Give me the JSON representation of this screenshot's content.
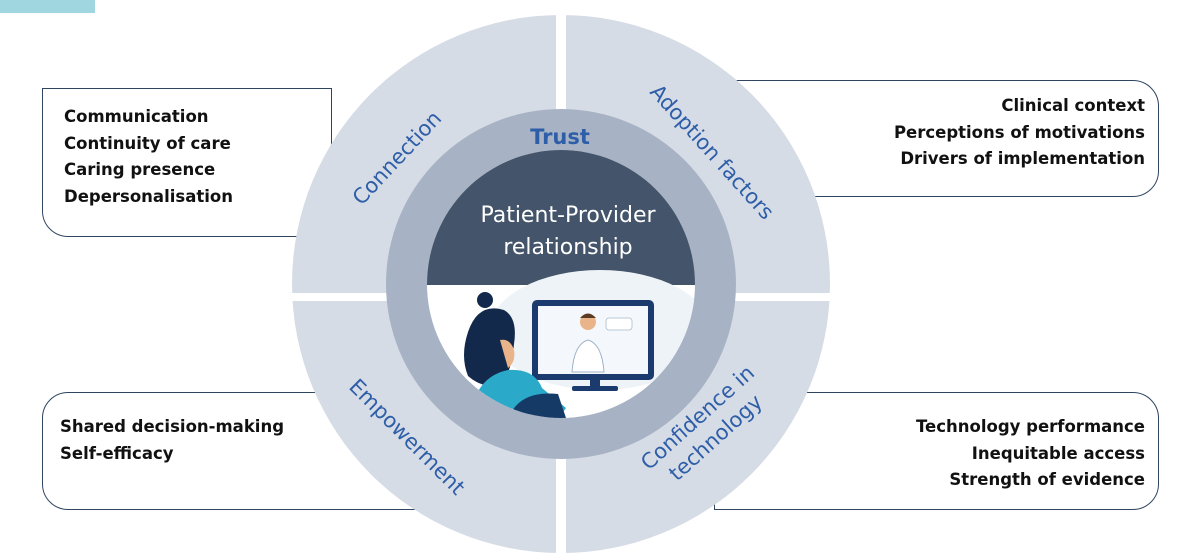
{
  "colors": {
    "accent_bar": "#9fd6e0",
    "outer_ring": "#d6dce6",
    "trust_ring": "#a7b3c4",
    "center_top": "#44546a",
    "divider": "#ffffff",
    "segment_text": "#2e5ea8",
    "border": "#2f4560"
  },
  "center": {
    "title_line1": "Patient-Provider",
    "title_line2": "relationship",
    "trust": "Trust",
    "illustration_icon": "telehealth-video-call-icon"
  },
  "segments": {
    "connection": "Connection",
    "adoption": "Adoption factors",
    "empowerment": "Empowerment",
    "confidence_line1": "Confidence in",
    "confidence_line2": "technology"
  },
  "boxes": {
    "connection": [
      "Communication",
      "Continuity of care",
      "Caring presence",
      "Depersonalisation"
    ],
    "adoption": [
      "Clinical context",
      "Perceptions of motivations",
      "Drivers of implementation"
    ],
    "empowerment": [
      "Shared decision-making",
      "Self-efficacy"
    ],
    "confidence": [
      "Technology performance",
      "Inequitable access",
      "Strength of evidence"
    ]
  }
}
